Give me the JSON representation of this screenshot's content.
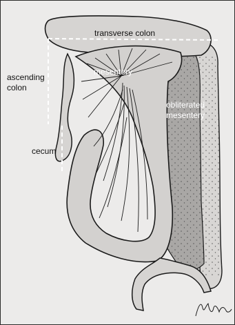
{
  "labels": {
    "transverse_colon": "transverse colon",
    "mesentery": "mesentery",
    "ascending_colon": [
      "ascending",
      "colon"
    ],
    "cecum": "cecum",
    "obliterated_mesentery": [
      "obliterated",
      "mesentery"
    ]
  },
  "signature": "Mehta",
  "colors": {
    "paper": "#ecebea",
    "bowel_fill": "#d8d6d4",
    "mesentery_fill": "#d3d1cf",
    "outline": "#1a1a1a",
    "guide_line": "#ffffff"
  }
}
